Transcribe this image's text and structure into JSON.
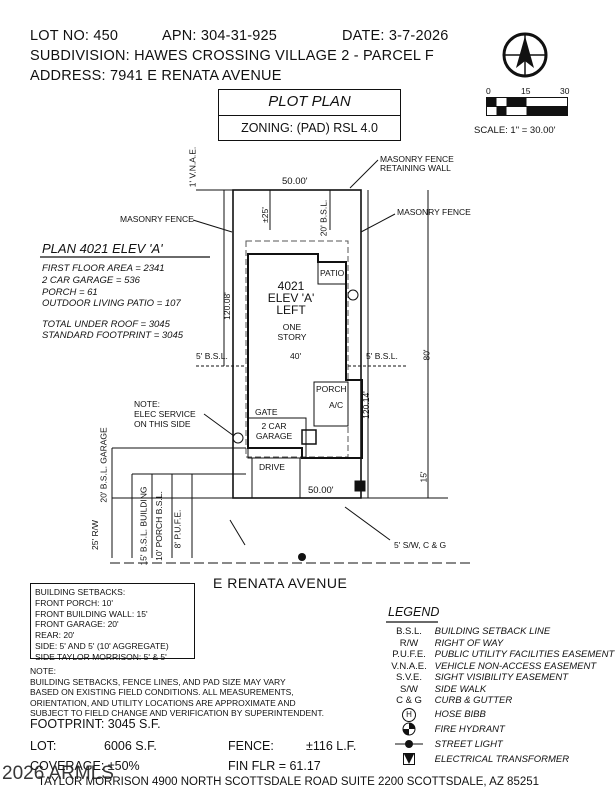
{
  "header": {
    "lot": "LOT NO: 450",
    "apn": "APN: 304-31-925",
    "date": "DATE: 3-7-2026",
    "subdivision": "SUBDIVISION: HAWES CROSSING VILLAGE 2 - PARCEL F",
    "address": "ADDRESS: 7941 E RENATA AVENUE"
  },
  "title_block": {
    "title": "PLOT PLAN",
    "zoning": "ZONING: (PAD) RSL 4.0"
  },
  "scale": {
    "ticks": [
      "0",
      "15",
      "30"
    ],
    "label": "SCALE: 1\" = 30.00'"
  },
  "plan": {
    "title": "PLAN 4021 ELEV 'A'",
    "lines": [
      "FIRST FLOOR AREA = 2341",
      "2 CAR GARAGE = 536",
      "PORCH = 61",
      "OUTDOOR LIVING PATIO = 107"
    ],
    "totals": [
      "TOTAL UNDER ROOF = 3045",
      "STANDARD FOOTPRINT = 3045"
    ]
  },
  "drawing": {
    "rear_width": "50.00'",
    "front_width": "50.00'",
    "left_depth": "120.08'",
    "right_depth": "120.14'",
    "house_width": "40'",
    "rear_setback_25": "±25'",
    "rear_bsl": "20' B.S.L.",
    "left_bsl": "5' B.S.L.",
    "right_bsl": "5' B.S.L.",
    "vnae": "1' V.N.A.E.",
    "masonry_fence_left": "MASONRY FENCE",
    "masonry_fence_right": "MASONRY FENCE",
    "masonry_retaining": [
      "MASONRY FENCE",
      "RETAINING WALL"
    ],
    "house_label": [
      "4021",
      "ELEV 'A'",
      "LEFT"
    ],
    "story": [
      "ONE",
      "STORY"
    ],
    "patio": "PATIO",
    "porch": "PORCH",
    "ac": "A/C",
    "gate": "GATE",
    "garage": [
      "2 CAR",
      "GARAGE"
    ],
    "drive": "DRIVE",
    "elec_note": [
      "NOTE:",
      "ELEC SERVICE",
      "ON THIS SIDE"
    ],
    "dim_80": "80'",
    "dim_15": "15'",
    "garage_bsl": "20' B.S.L. GARAGE",
    "rw": "25' R/W",
    "building_bsl": "15' B.S.L. BUILDING",
    "porch_bsl": "10' PORCH B.S.L.",
    "pufe": "8' P.U.F.E.",
    "sidewalk": "5' S/W, C & G",
    "street": "E  RENATA  AVENUE"
  },
  "setbacks": {
    "title": "BUILDING SETBACKS:",
    "lines": [
      "FRONT PORCH: 10'",
      "FRONT BUILDING WALL: 15'",
      "FRONT GARAGE: 20'",
      "REAR: 20'",
      "SIDE: 5' AND 5' (10' AGGREGATE)",
      "SIDE TAYLOR MORRISON: 5' & 5'"
    ]
  },
  "legend": {
    "title": "LEGEND",
    "items": [
      {
        "sym": "B.S.L.",
        "desc": "BUILDING SETBACK LINE"
      },
      {
        "sym": "R/W",
        "desc": "RIGHT OF WAY"
      },
      {
        "sym": "P.U.F.E.",
        "desc": "PUBLIC UTILITY FACILITIES EASEMENT"
      },
      {
        "sym": "V.N.A.E.",
        "desc": "VEHICLE NON-ACCESS EASEMENT"
      },
      {
        "sym": "S.V.E.",
        "desc": "SIGHT VISIBILITY EASEMENT"
      },
      {
        "sym": "S/W",
        "desc": "SIDE WALK"
      },
      {
        "sym": "C & G",
        "desc": "CURB & GUTTER"
      },
      {
        "sym": "H",
        "desc": "HOSE BIBB"
      },
      {
        "sym": "",
        "desc": "FIRE HYDRANT"
      },
      {
        "sym": "",
        "desc": "STREET LIGHT"
      },
      {
        "sym": "",
        "desc": "ELECTRICAL TRANSFORMER"
      }
    ]
  },
  "note": {
    "label": "NOTE:",
    "lines": [
      "BUILDING SETBACKS, FENCE LINES, AND PAD SIZE MAY VARY",
      "BASED ON EXISTING FIELD CONDITIONS.  ALL MEASUREMENTS,",
      "ORIENTATION, AND UTILITY LOCATIONS ARE APPROXIMATE AND",
      "SUBJECT TO FIELD CHANGE AND VERIFICATION BY SUPERINTENDENT."
    ]
  },
  "summary": {
    "footprint": "FOOTPRINT: 3045 S.F.",
    "lot_label": "LOT:",
    "lot_value": "6006 S.F.",
    "fence_label": "FENCE:",
    "fence_value": "±116 L.F.",
    "coverage": "COVERAGE: ±50%",
    "fin_flr": "FIN FLR = 61.17"
  },
  "footer": "TAYLOR MORRISON 4900 NORTH SCOTTSDALE ROAD SUITE 2200 SCOTTSDALE, AZ  85251",
  "watermark": "2026 ARMLS"
}
